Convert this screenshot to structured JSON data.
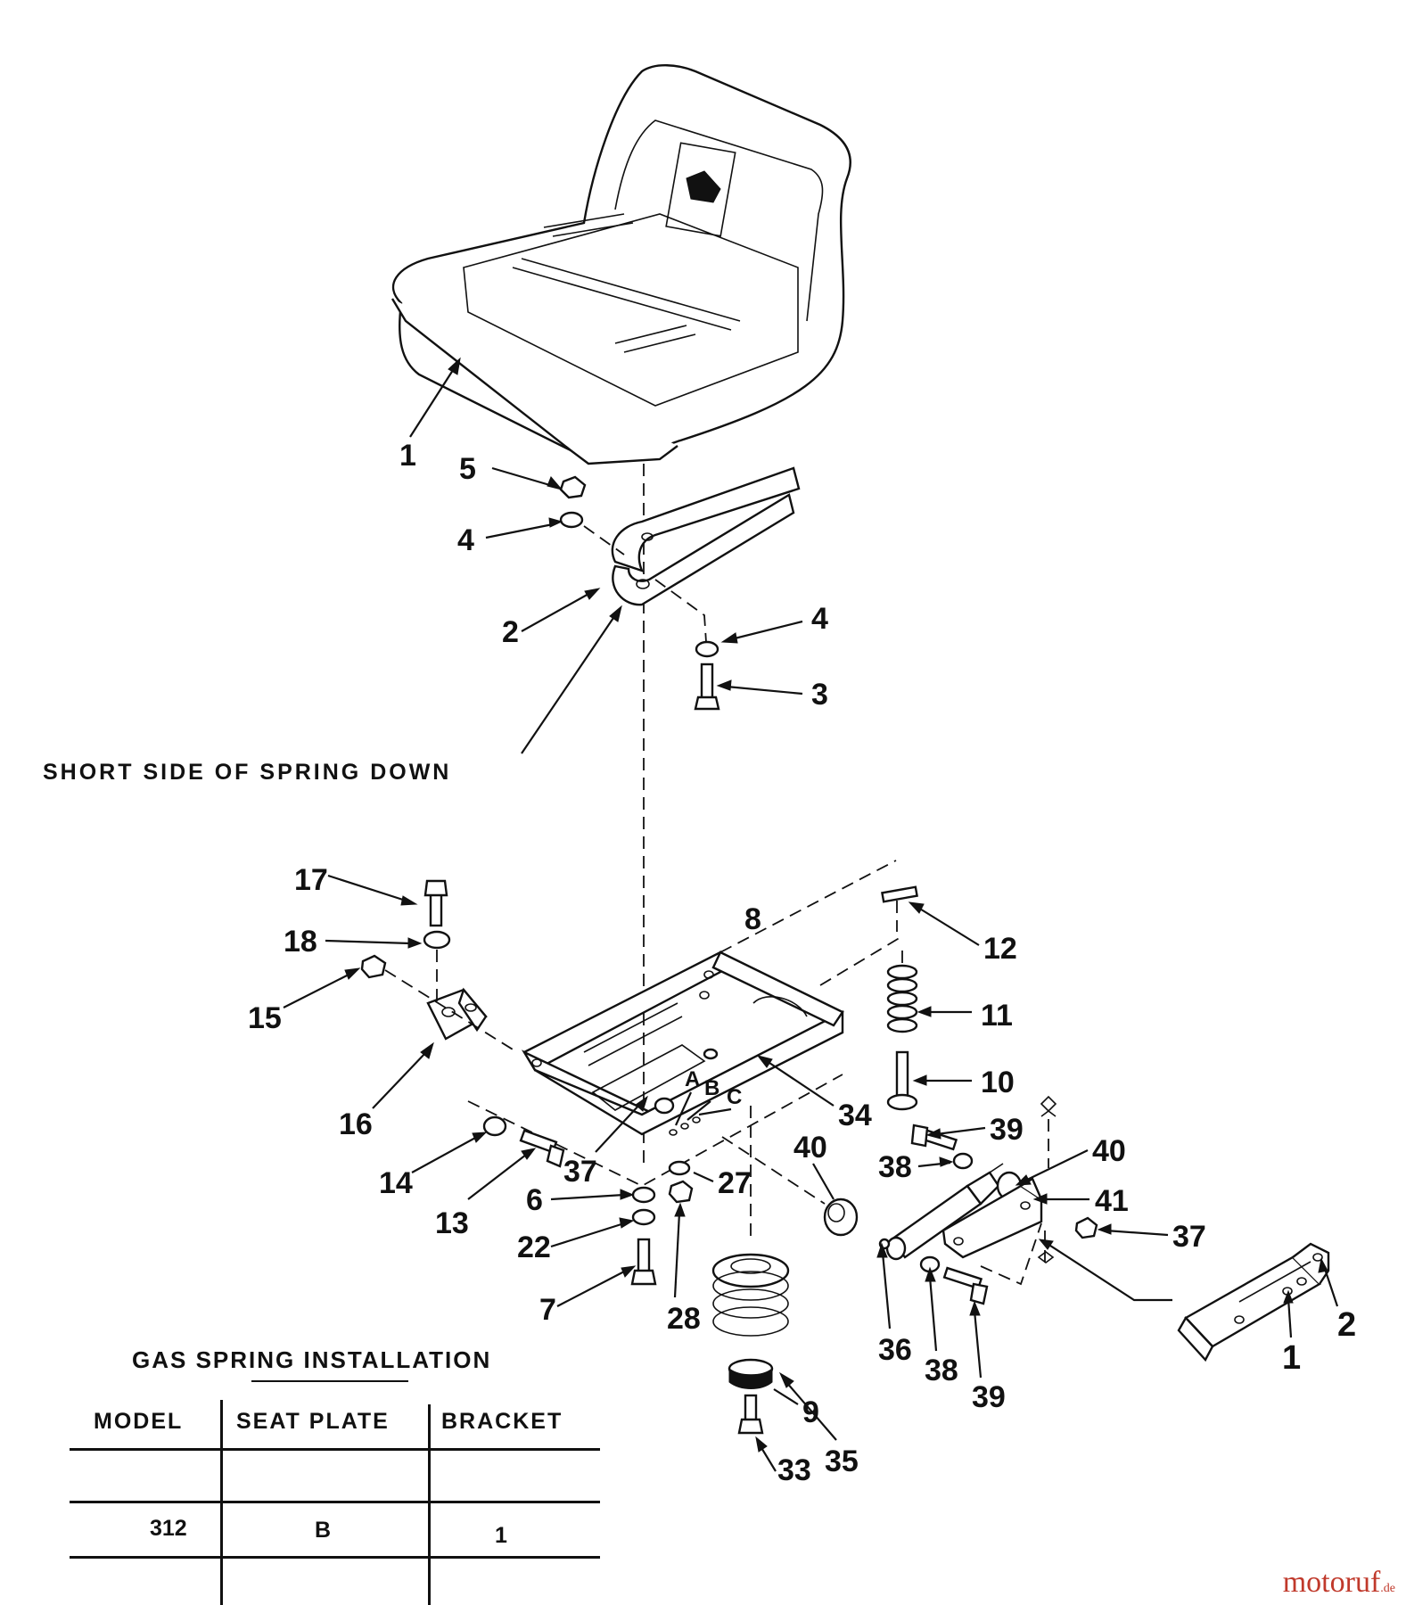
{
  "note": "SHORT SIDE OF SPRING DOWN",
  "callouts": {
    "c1": "1",
    "c2": "2",
    "c3": "3",
    "c4a": "4",
    "c4b": "4",
    "c5": "5",
    "c6": "6",
    "c7": "7",
    "c8": "8",
    "c9": "9",
    "c10": "10",
    "c11": "11",
    "c12": "12",
    "c13": "13",
    "c14": "14",
    "c15": "15",
    "c16": "16",
    "c17": "17",
    "c18": "18",
    "c22": "22",
    "c27": "27",
    "c28": "28",
    "c33": "33",
    "c34": "34",
    "c35": "35",
    "c36": "36",
    "c37a": "37",
    "c37b": "37",
    "c38a": "38",
    "c38b": "38",
    "c39a": "39",
    "c39b": "39",
    "c40a": "40",
    "c40b": "40",
    "c41": "41",
    "cb1": "1",
    "cb2": "2"
  },
  "hole_letters": {
    "a": "A",
    "b": "B",
    "c": "C"
  },
  "table": {
    "title": "GAS SPRING INSTALLATION",
    "headers": {
      "model": "MODEL",
      "seat_plate": "SEAT PLATE",
      "bracket": "BRACKET"
    },
    "row": {
      "model": "312",
      "seat_plate": "B",
      "bracket": "1"
    }
  },
  "watermark": {
    "name": "motoruf",
    "suffix": ".de"
  },
  "colors": {
    "ink": "#111111",
    "watermark": "#c0392b"
  }
}
